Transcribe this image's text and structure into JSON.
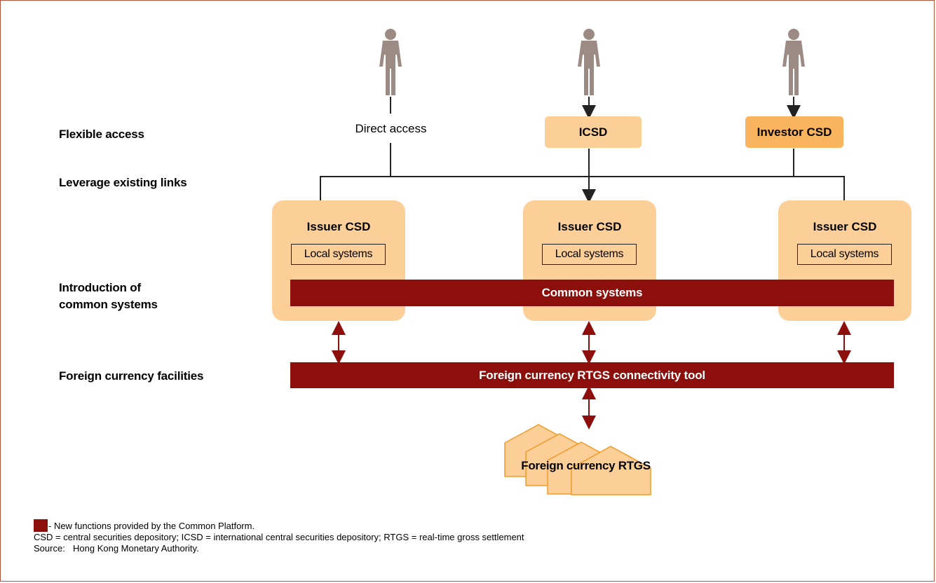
{
  "rows": {
    "flexible_access": "Flexible access",
    "leverage_links": "Leverage existing links",
    "common_systems_1": "Introduction of",
    "common_systems_2": "common systems",
    "foreign_facilities": "Foreign currency facilities"
  },
  "access": {
    "direct": "Direct access",
    "icsd": "ICSD",
    "investor_csd": "Investor CSD"
  },
  "issuers": [
    {
      "title": "Issuer CSD",
      "local": "Local systems"
    },
    {
      "title": "Issuer CSD",
      "local": "Local systems"
    },
    {
      "title": "Issuer CSD",
      "local": "Local systems"
    }
  ],
  "bars": {
    "common": "Common systems",
    "connectivity": "Foreign currency RTGS connectivity tool"
  },
  "rtgs": "Foreign currency RTGS",
  "legend": {
    "new_functions": "- New functions provided by the Common Platform."
  },
  "notes": {
    "abbreviations": "CSD = central securities depository; ICSD = international central securities depository; RTGS = real-time gross settlement",
    "source_label": "Source:",
    "source_value": "Hong Kong Monetary Authority."
  },
  "colors": {
    "dark_red": "#8c0f0c",
    "peach": "#fdcf98",
    "orange": "#fbb45e",
    "person": "#9c8a85",
    "frame": "#b5543a"
  }
}
